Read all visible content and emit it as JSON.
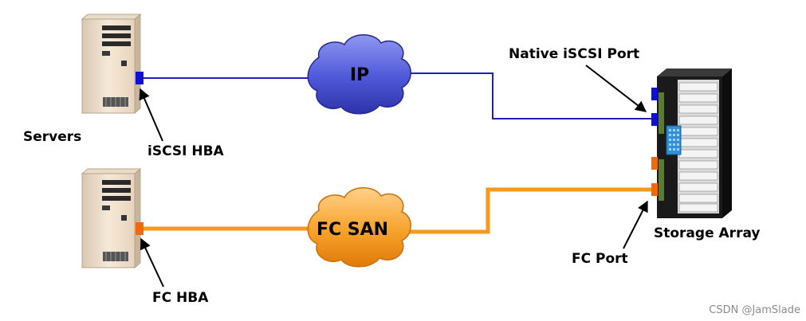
{
  "labels": {
    "servers": "Servers",
    "iscsi_hba": "iSCSI HBA",
    "fc_hba": "FC HBA",
    "ip_cloud": "IP",
    "fc_san_cloud": "FC SAN",
    "native_iscsi_port": "Native iSCSI Port",
    "storage_array": "Storage Array",
    "fc_port": "FC Port"
  },
  "watermark": "CSDN @JamSlade",
  "colors": {
    "ip_link": "#1f1fbf",
    "fc_link": "#f59a1a",
    "ip_cloud_fill": "#5560dd",
    "fc_cloud_fill": "#f7a22a",
    "iscsi_port": "#1010d0",
    "fc_port": "#f06a0a",
    "server_body": "#f3e4d2",
    "storage_body": "#1a1a1a"
  }
}
